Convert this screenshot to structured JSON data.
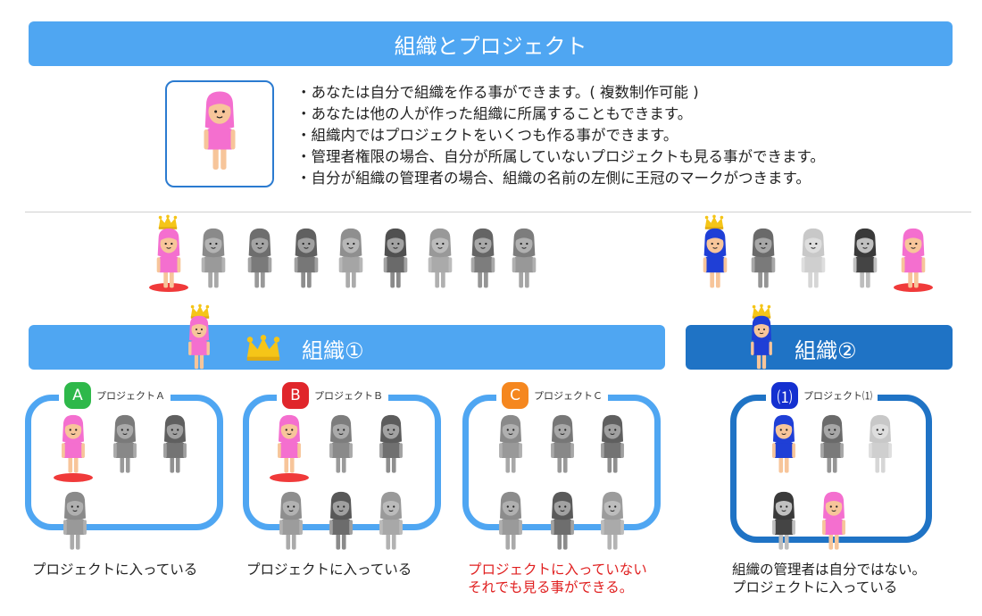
{
  "title": "組織とプロジェクト",
  "bullets": [
    "・あなたは自分で組織を作る事ができます。( 複数制作可能 )",
    "・あなたは他の人が作った組織に所属することもできます。",
    "・組織内ではプロジェクトをいくつも作る事ができます。",
    "・管理者権限の場合、自分が所属していないプロジェクトも見る事ができます。",
    "・自分が組織の管理者の場合、組織の名前の左側に王冠のマークがつきます。"
  ],
  "org1": {
    "label": "組織①"
  },
  "org2": {
    "label": "組織②"
  },
  "projects": [
    {
      "badge": "A",
      "name": "プロジェクトＡ",
      "badge_color": "#2eb84a",
      "caption_lines": [
        "プロジェクトに入っている"
      ]
    },
    {
      "badge": "B",
      "name": "プロジェクトＢ",
      "badge_color": "#e0262b",
      "caption_lines": [
        "プロジェクトに入っている"
      ]
    },
    {
      "badge": "C",
      "name": "プロジェクトＣ",
      "badge_color": "#f5871f",
      "caption_lines": [
        "プロジェクトに入っていない",
        "それでも見る事ができる。"
      ]
    },
    {
      "badge": "⑴",
      "name": "プロジェクト⑴",
      "badge_color": "#1430d0",
      "caption_lines": [
        "組織の管理者は自分ではない。",
        "プロジェクトに入っている"
      ]
    }
  ],
  "colors": {
    "banner": "#4fa6f2",
    "banner_dark": "#1f73c5",
    "crown": "#f5c518",
    "self_highlight": "#f03a3a",
    "pink_hair": "#f46fcf",
    "blue_hair": "#1f3fd6"
  }
}
